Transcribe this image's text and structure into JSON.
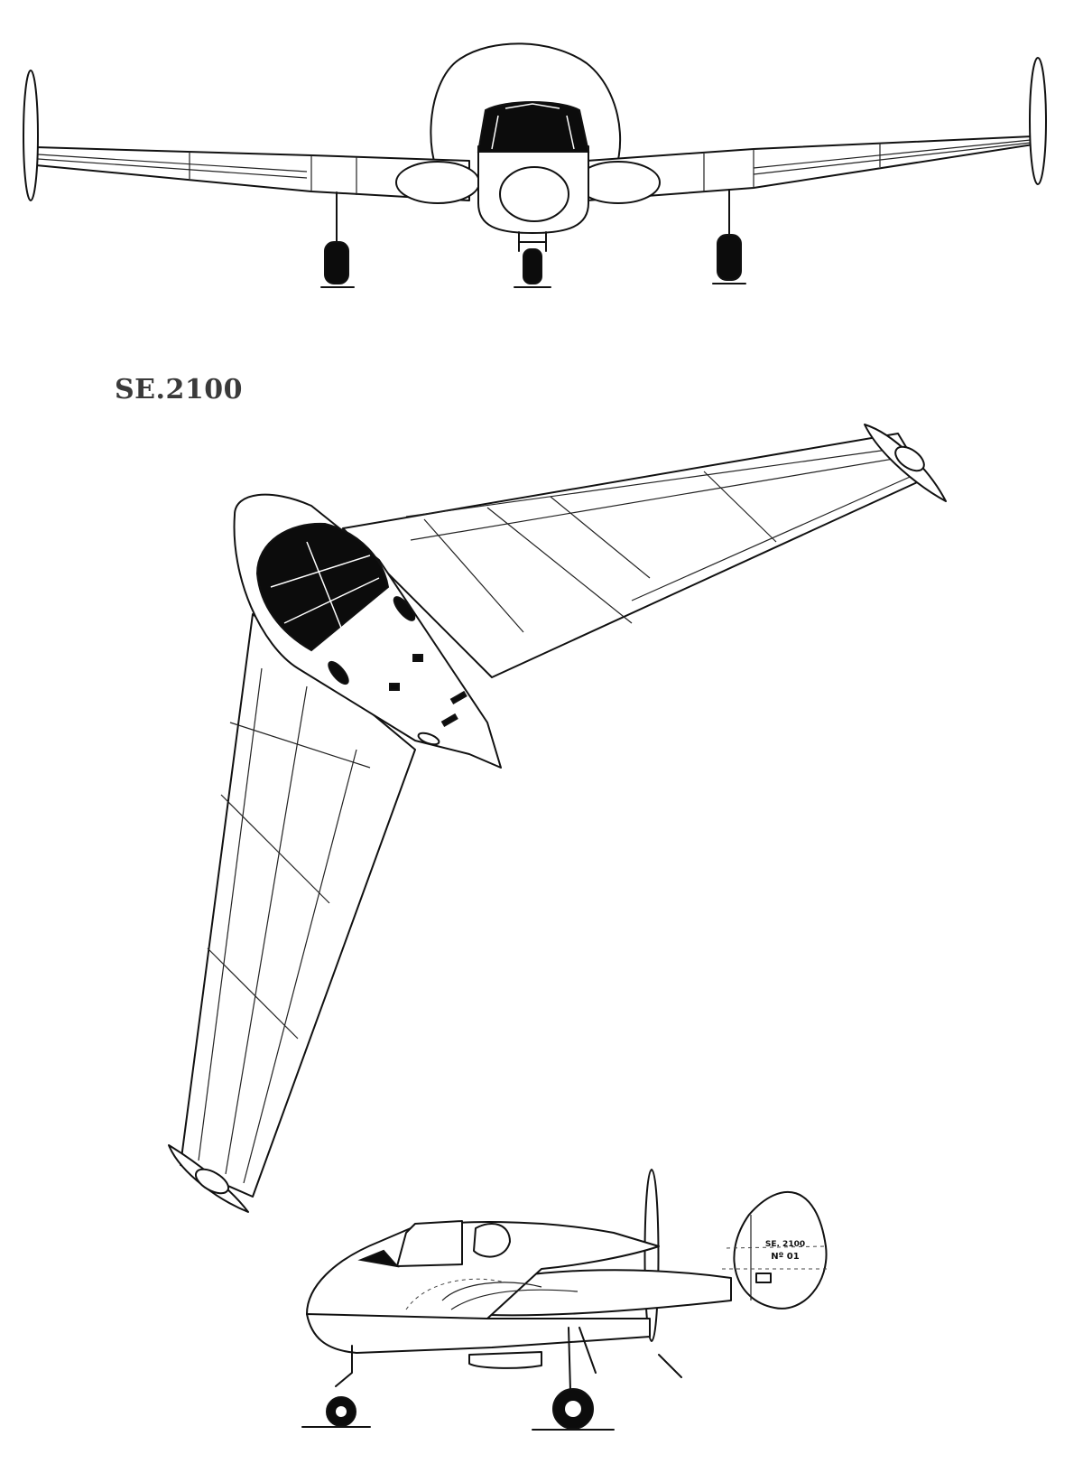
{
  "drawing": {
    "title": "SE.2100",
    "tail_marking_line1": "SE. 2100",
    "tail_marking_line2": "Nº 01"
  },
  "colors": {
    "ink": "#111111",
    "paper": "#ffffff",
    "title": "#3a3a3a"
  }
}
